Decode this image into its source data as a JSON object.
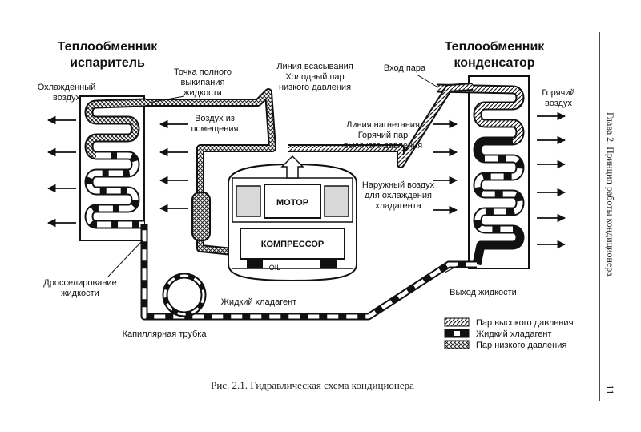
{
  "titles": {
    "evaporator_line1": "Теплообменник",
    "evaporator_line2": "испаритель",
    "condenser_line1": "Теплообменник",
    "condenser_line2": "конденсатор"
  },
  "labels": {
    "cooled_air_1": "Охлажденный",
    "cooled_air_2": "воздух",
    "full_boil_1": "Точка полного",
    "full_boil_2": "выкипания",
    "full_boil_3": "жидкости",
    "suction_1": "Линия всасывания",
    "suction_2": "Холодный пар",
    "suction_3": "низкого давления",
    "vapor_in": "Вход пара",
    "room_air_1": "Воздух из",
    "room_air_2": "помещения",
    "discharge_1": "Линия нагнетания",
    "discharge_2": "Горячий пар",
    "discharge_3": "высокого давления",
    "hot_air_1": "Горячий",
    "hot_air_2": "воздух",
    "outside_air_1": "Наружный воздух",
    "outside_air_2": "для охлаждения",
    "outside_air_3": "хладагента",
    "motor": "МОТОР",
    "compressor": "КОМПРЕССОР",
    "oil": "OIL",
    "throttling_1": "Дросселирование",
    "throttling_2": "жидкости",
    "liquid_out": "Выход жидкости",
    "liquid_refrigerant": "Жидкий хладагент",
    "capillary": "Капиллярная трубка"
  },
  "legend": {
    "high_pressure_vapor": "Пар высокого давления",
    "liquid_refrigerant": "Жидкий хладагент",
    "low_pressure_vapor": "Пар низкого давления"
  },
  "caption": "Рис. 2.1. Гидравлическая схема кондиционера",
  "side_header": "Глава 2. Принцип работы кондиционера",
  "page_number": "11"
}
